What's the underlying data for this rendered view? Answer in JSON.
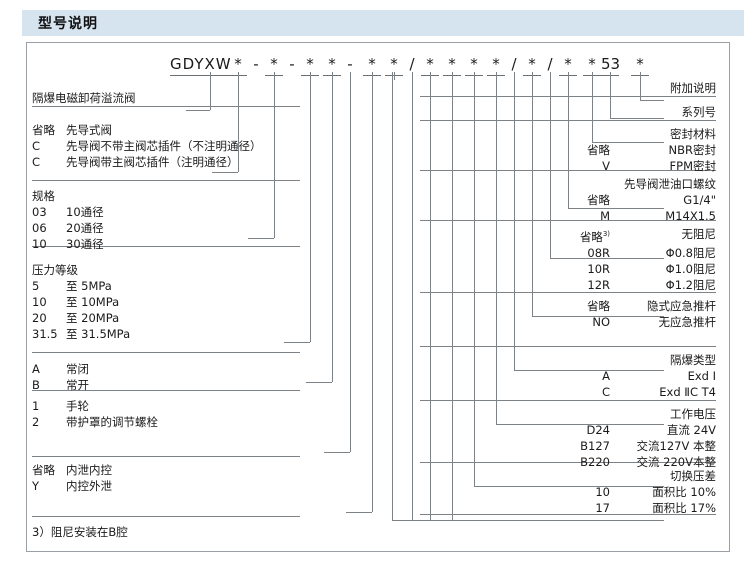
{
  "header": {
    "title": "型号说明"
  },
  "model_code": {
    "prefix": "GDYXW",
    "chars": [
      "*",
      "-",
      "*",
      "-",
      "*",
      "*",
      "-",
      "*",
      "*",
      "/",
      "*",
      "*",
      "*",
      "*",
      "/",
      "*",
      "/",
      "*",
      "*",
      "53",
      "*"
    ]
  },
  "left_sections": [
    {
      "name": "product-name",
      "title": "隔爆电磁卸荷溢流阀",
      "rows": []
    },
    {
      "name": "pilot-valve-type",
      "title": "",
      "rows": [
        {
          "code": "省略",
          "text": "先导式阀"
        },
        {
          "code": "C",
          "text": "先导阀不带主阀芯插件（不注明通径）"
        },
        {
          "code": "C",
          "text": "先导阀带主阀芯插件（注明通径）"
        }
      ]
    },
    {
      "name": "size-spec",
      "title": "规格",
      "rows": [
        {
          "code": "03",
          "text": "10通径"
        },
        {
          "code": "06",
          "text": "20通径"
        },
        {
          "code": "10",
          "text": "30通径"
        }
      ]
    },
    {
      "name": "pressure-rating",
      "title": "压力等级",
      "rows": [
        {
          "code": "5",
          "text": "至  5MPa"
        },
        {
          "code": "10",
          "text": "至 10MPa"
        },
        {
          "code": "20",
          "text": "至 20MPa"
        },
        {
          "code": "31.5",
          "text": "至 31.5MPa"
        }
      ]
    },
    {
      "name": "valve-function",
      "title": "",
      "rows": [
        {
          "code": "A",
          "text": "常闭"
        },
        {
          "code": "B",
          "text": "常开"
        }
      ]
    },
    {
      "name": "adjustment-type",
      "title": "",
      "rows": [
        {
          "code": "1",
          "text": "手轮"
        },
        {
          "code": "2",
          "text": "带护罩的调节螺栓"
        }
      ]
    },
    {
      "name": "drain-control",
      "title": "",
      "rows": [
        {
          "code": "省略",
          "text": "内泄内控"
        },
        {
          "code": "Y",
          "text": "内控外泄"
        }
      ]
    }
  ],
  "right_sections": [
    {
      "name": "additional-description",
      "title": "附加说明",
      "rows": []
    },
    {
      "name": "series-number",
      "title": "系列号",
      "rows": []
    },
    {
      "name": "seal-material",
      "title": "密封材料",
      "rows": [
        {
          "code": "省略",
          "text": "NBR密封"
        },
        {
          "code": "V",
          "text": "FPM密封"
        }
      ]
    },
    {
      "name": "pilot-drain-thread",
      "title": "先导阀泄油口螺纹",
      "rows": [
        {
          "code": "省略",
          "text": "G1/4\""
        },
        {
          "code": "M",
          "text": "M14X1.5"
        }
      ]
    },
    {
      "name": "damping-orifice",
      "title": "",
      "rows": [
        {
          "code": "省略3)",
          "text": "无阻尼"
        },
        {
          "code": "08R",
          "text": "Φ0.8阻尼"
        },
        {
          "code": "10R",
          "text": "Φ1.0阻尼"
        },
        {
          "code": "12R",
          "text": "Φ1.2阻尼"
        }
      ]
    },
    {
      "name": "emergency-push-rod",
      "title": "",
      "rows": [
        {
          "code": "省略",
          "text": "隐式应急推杆"
        },
        {
          "code": "NO",
          "text": "无应急推杆"
        }
      ]
    },
    {
      "name": "explosion-proof-type",
      "title": "隔爆类型",
      "rows": [
        {
          "code": "A",
          "text": "Exd Ⅰ"
        },
        {
          "code": "C",
          "text": "Exd ⅡC T4"
        }
      ]
    },
    {
      "name": "working-voltage",
      "title": "工作电压",
      "rows": [
        {
          "code": "D24",
          "text": "直流 24V"
        },
        {
          "code": "B127",
          "text": "交流127V 本整"
        },
        {
          "code": "B220",
          "text": "交流 220V本整"
        }
      ]
    },
    {
      "name": "switching-pressure-difference",
      "title": "切换压差",
      "rows": [
        {
          "code": "10",
          "text": "面积比  10%"
        },
        {
          "code": "17",
          "text": "面积比  17%"
        }
      ]
    }
  ],
  "footnote": "3）阻尼安装在B腔",
  "colors": {
    "header_bg": "#d6e4f0",
    "line": "#7d8287",
    "text": "#1a1a1a"
  }
}
